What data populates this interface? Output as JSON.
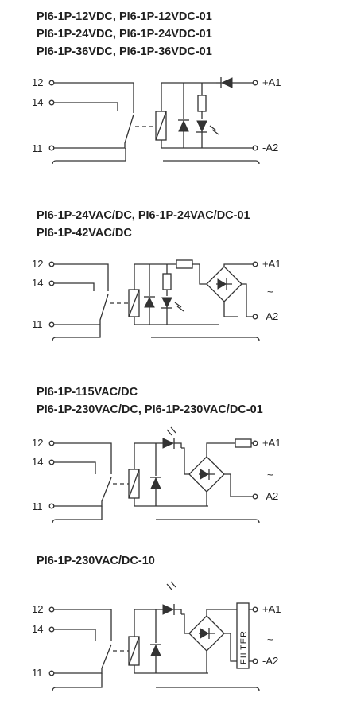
{
  "sections": [
    {
      "title_lines": [
        "PI6-1P-12VDC, PI6-1P-12VDC-01",
        "PI6-1P-24VDC, PI6-1P-24VDC-01",
        "PI6-1P-36VDC, PI6-1P-36VDC-01"
      ],
      "terminals": {
        "t12": "12",
        "t14": "14",
        "t11": "11",
        "a1": "+A1",
        "a2": "-A2"
      }
    },
    {
      "title_lines": [
        "PI6-1P-24VAC/DC, PI6-1P-24VAC/DC-01",
        "PI6-1P-42VAC/DC"
      ],
      "terminals": {
        "t12": "12",
        "t14": "14",
        "t11": "11",
        "a1": "+A1",
        "a2": "-A2",
        "ac": "~"
      }
    },
    {
      "title_lines": [
        "PI6-1P-115VAC/DC",
        "PI6-1P-230VAC/DC, PI6-1P-230VAC/DC-01"
      ],
      "terminals": {
        "t12": "12",
        "t14": "14",
        "t11": "11",
        "a1": "+A1",
        "a2": "-A2",
        "ac": "~"
      }
    },
    {
      "title_lines": [
        "PI6-1P-230VAC/DC-10"
      ],
      "terminals": {
        "t12": "12",
        "t14": "14",
        "t11": "11",
        "a1": "+A1",
        "a2": "-A2",
        "ac": "~",
        "filter": "FILTER"
      }
    }
  ]
}
